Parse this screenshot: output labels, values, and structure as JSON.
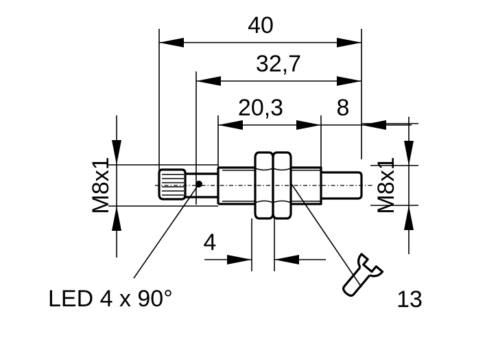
{
  "dimensions": {
    "overall_length": "40",
    "body_length": "32,7",
    "thread_length": "20,3",
    "plug_length": "8",
    "nut_width": "4",
    "thread_left": "M8x1",
    "thread_right": "M8x1",
    "wrench_size": "13"
  },
  "labels": {
    "led": "LED 4 x 90°"
  },
  "icons": {
    "wrench": "wrench-icon",
    "led_point": "led-indicator-dot"
  },
  "colors": {
    "line": "#000000",
    "background": "#ffffff"
  }
}
